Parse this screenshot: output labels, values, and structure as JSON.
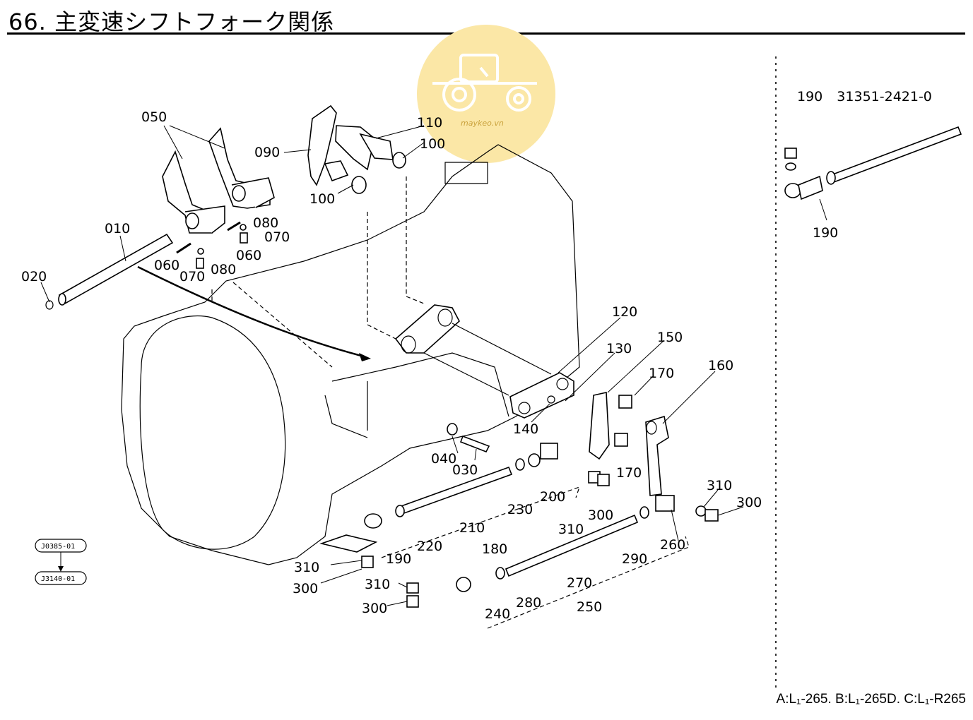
{
  "title": "66. 主変速シフトフォーク関係",
  "inset_header": "190   31351-2421-0",
  "footer_note": "A:L₁-265. B:L₁-265D. C:L₁-R265",
  "watermark_text": "maykeo.vn",
  "ref_codes": [
    "J0385-01",
    "J3140-01"
  ],
  "part_labels": [
    "050",
    "010",
    "020",
    "060",
    "070",
    "080",
    "080",
    "070",
    "060",
    "090",
    "100",
    "110",
    "100",
    "120",
    "130",
    "150",
    "170",
    "160",
    "140",
    "040",
    "030",
    "230",
    "200",
    "310",
    "300",
    "170",
    "210",
    "220",
    "190",
    "180",
    "310",
    "300",
    "310",
    "300",
    "290",
    "260",
    "310",
    "300",
    "270",
    "280",
    "250",
    "240",
    "190"
  ],
  "colors": {
    "watermark": "#fbe7a6",
    "ink": "#000000"
  }
}
